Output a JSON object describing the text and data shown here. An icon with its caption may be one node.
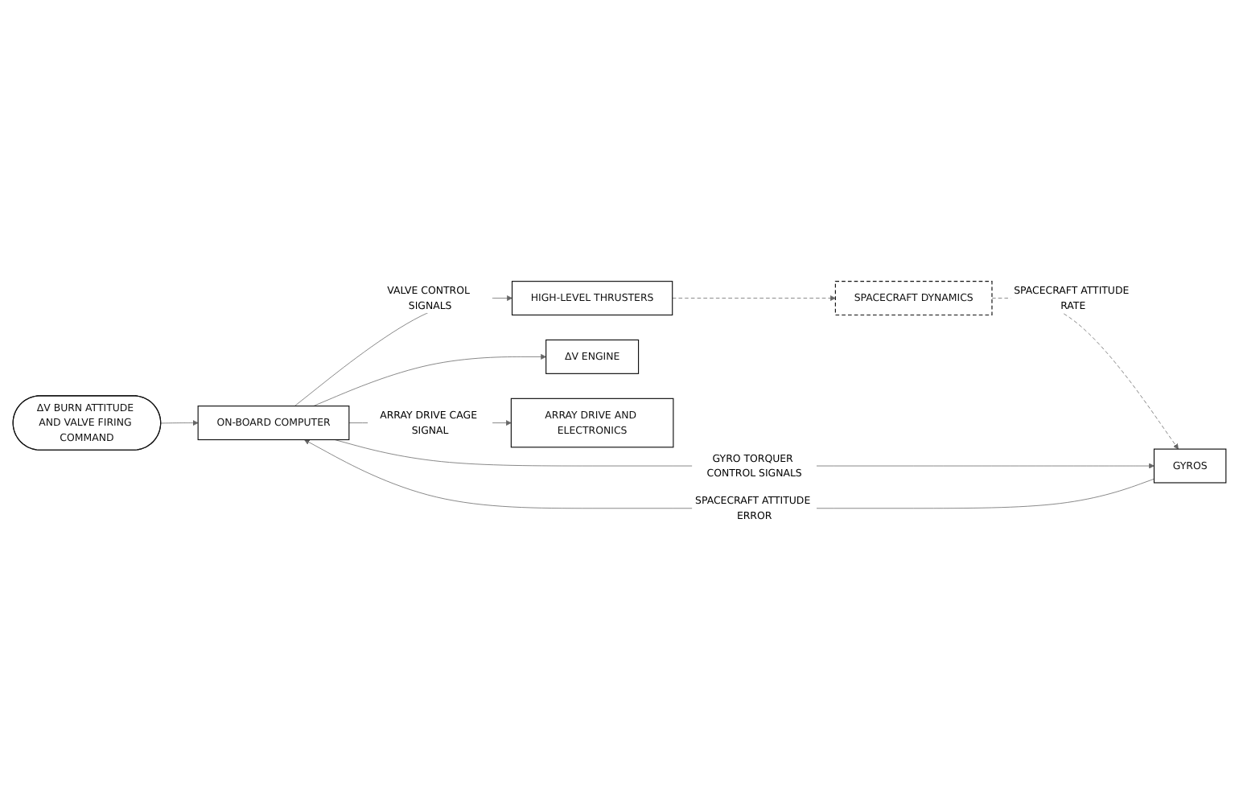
{
  "diagram": {
    "nodes": [
      {
        "text": [
          "ON-BOARD COMPUTER"
        ]
      },
      {
        "text": [
          "HIGH-LEVEL THRUSTERS"
        ]
      },
      {
        "text": [
          "ΔV ENGINE"
        ]
      },
      {
        "text": [
          "SPACECRAFT DYNAMICS"
        ]
      },
      {
        "text": [
          "GYROS"
        ]
      },
      {
        "text": [
          "ARRAY DRIVE AND ELECTRONICS"
        ]
      },
      {
        "text": [
          "ΔV BURN ATTITUDE AND VALVE FIRING COMMAND"
        ]
      }
    ],
    "edges": [
      {
        "from": 6,
        "to": 0,
        "arrow": "to"
      },
      {
        "from": 0,
        "to": 1,
        "arrow": "to",
        "label": "VALVE CONTROL SIGNALS"
      },
      {
        "from": 0,
        "to": 2,
        "arrow": "to"
      },
      {
        "from": 1,
        "to": 3,
        "arrow": "to",
        "style": "dashed"
      },
      {
        "from": 3,
        "to": 4,
        "arrow": "to",
        "style": "dashed",
        "label": "SPACECRAFT ATTITUDE RATE"
      },
      {
        "from": 0,
        "to": 4,
        "arrow": "to",
        "label": "GYRO TORQUER CONTROL SIGNALS"
      },
      {
        "from": 4,
        "to": 0,
        "arrow": "to",
        "label": "SPACECRAFT ATTITUDE ERROR"
      },
      {
        "from": 0,
        "to": 5,
        "arrow": "to",
        "label": "ARRAY DRIVE CAGE SIGNAL"
      }
    ]
  }
}
